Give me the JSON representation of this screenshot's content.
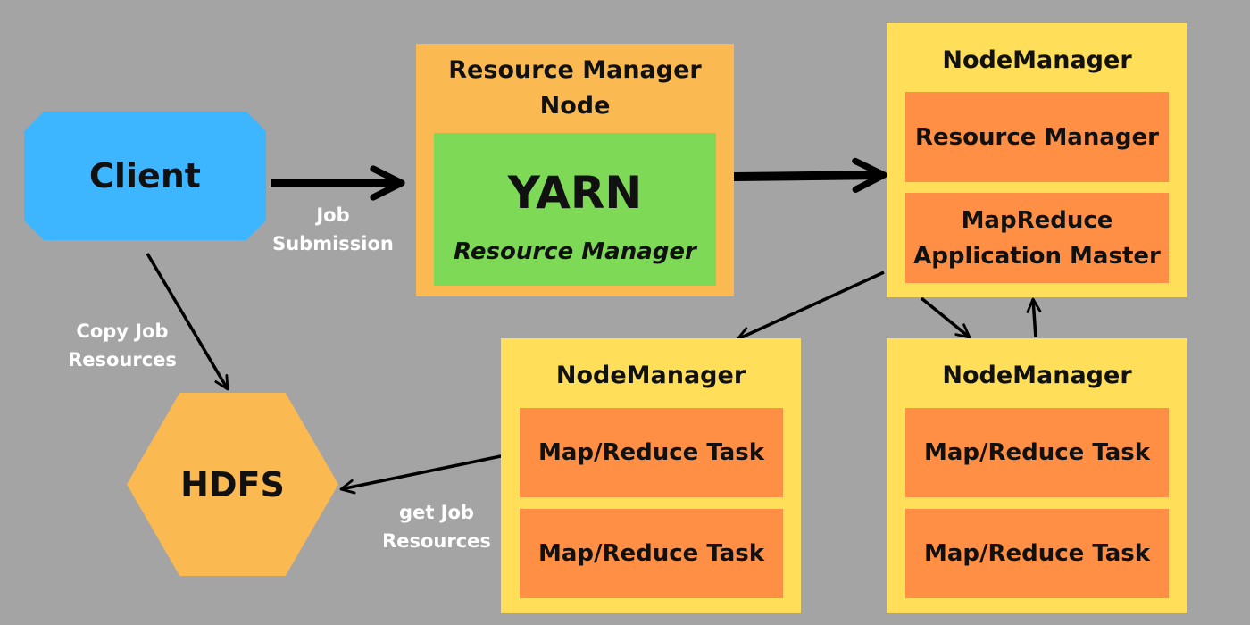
{
  "client": {
    "label": "Client"
  },
  "hdfs": {
    "label": "HDFS"
  },
  "resource_manager_node": {
    "title_line1": "Resource Manager",
    "title_line2": "Node",
    "yarn": {
      "title": "YARN",
      "subtitle": "Resource Manager"
    }
  },
  "node_manager_top": {
    "title": "NodeManager",
    "components": [
      "Resource Manager",
      "MapReduce",
      "Application Master"
    ]
  },
  "node_manager_mid": {
    "title": "NodeManager",
    "tasks": [
      "Map/Reduce Task",
      "Map/Reduce Task"
    ]
  },
  "node_manager_right": {
    "title": "NodeManager",
    "tasks": [
      "Map/Reduce Task",
      "Map/Reduce Task"
    ]
  },
  "edge_labels": {
    "job_submission_line1": "Job",
    "job_submission_line2": "Submission",
    "copy_job_resources_line1": "Copy Job",
    "copy_job_resources_line2": "Resources",
    "get_job_resources_line1": "get Job",
    "get_job_resources_line2": "Resources"
  },
  "colors": {
    "background": "#a4a4a4",
    "client": "#3db5ff",
    "hdfs": "#fbb952",
    "rm_node": "#fbb952",
    "yarn": "#7ed957",
    "node_manager": "#ffde59",
    "task": "#ff8f45"
  }
}
